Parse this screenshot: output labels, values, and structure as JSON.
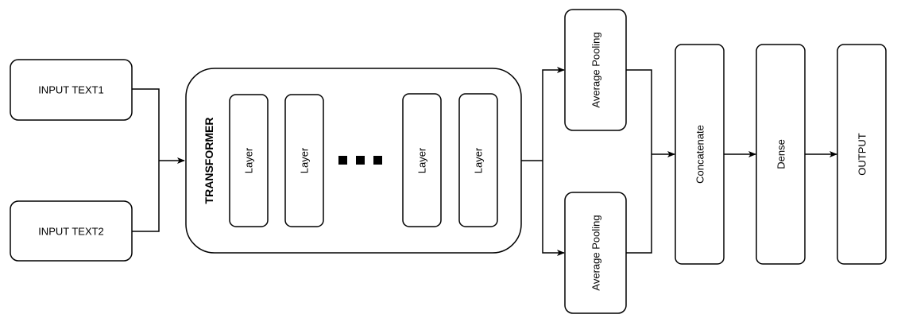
{
  "diagram": {
    "inputs": [
      {
        "label": "INPUT TEXT1"
      },
      {
        "label": "INPUT TEXT2"
      }
    ],
    "transformer": {
      "title": "TRANSFORMER",
      "layers": [
        {
          "label": "Layer"
        },
        {
          "label": "Layer"
        },
        {
          "label": "Layer"
        },
        {
          "label": "Layer"
        }
      ]
    },
    "pooling": [
      {
        "label": "Average Pooling"
      },
      {
        "label": "Average Pooling"
      }
    ],
    "concatenate": {
      "label": "Concatenate"
    },
    "dense": {
      "label": "Dense"
    },
    "output": {
      "label": "OUTPUT"
    }
  }
}
